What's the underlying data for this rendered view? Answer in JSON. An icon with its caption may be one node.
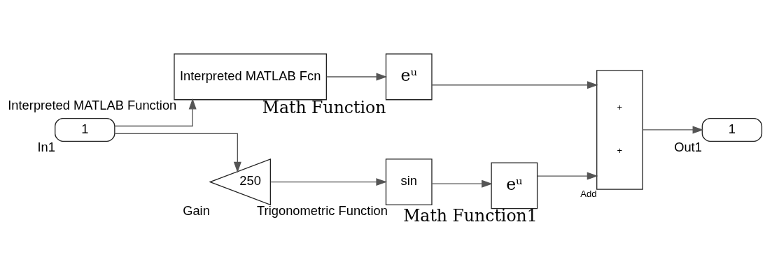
{
  "diagram": {
    "nodes": [
      {
        "text": [
          "1"
        ],
        "beside": [
          "In1"
        ]
      },
      {
        "text": [
          "Interpreted MATLAB Fcn"
        ],
        "beside": [
          "Interpreted MATLAB Function"
        ]
      },
      {
        "text": [
          "eᵘ"
        ],
        "beside": [
          "Math Function"
        ]
      },
      {
        "text": [
          "+",
          "+"
        ],
        "beside": [
          "Add"
        ]
      },
      {
        "text": [
          "1"
        ],
        "beside": [
          "Out1"
        ]
      },
      {
        "text": [
          "250"
        ],
        "beside": [
          "Gain"
        ]
      },
      {
        "text": [
          "sin"
        ],
        "beside": [
          "Trigonometric Function"
        ]
      },
      {
        "text": [
          "eᵘ"
        ],
        "beside": [
          "Math Function1"
        ]
      }
    ],
    "edges": [
      {
        "from": 0,
        "to": 1,
        "arrow": "to"
      },
      {
        "from": 1,
        "to": 2,
        "arrow": "to"
      },
      {
        "from": 2,
        "to": 3,
        "arrow": "to"
      },
      {
        "from": 3,
        "to": 4,
        "arrow": "to"
      },
      {
        "from": 0,
        "to": 5,
        "arrow": "to"
      },
      {
        "from": 5,
        "to": 6,
        "arrow": "to"
      },
      {
        "from": 6,
        "to": 7,
        "arrow": "to"
      },
      {
        "from": 7,
        "to": 3,
        "arrow": "to"
      }
    ]
  }
}
